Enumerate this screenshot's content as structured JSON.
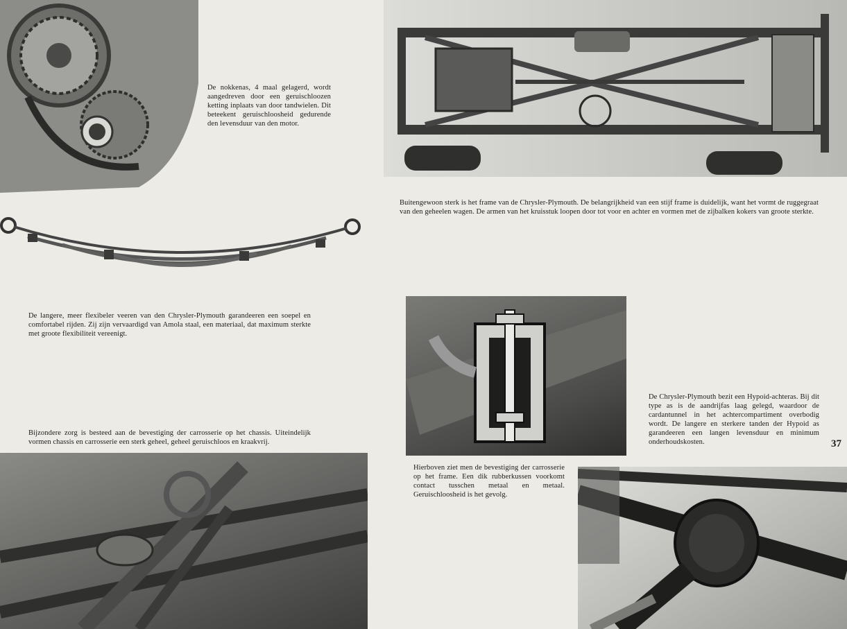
{
  "captions": {
    "camshaft": "De nokkenas, 4 maal gelagerd, wordt aangedreven door een geruischloozen ketting inplaats van door tandwielen. Dit beteekent geruischloosheid gedurende den levensduur van den motor.",
    "frame": "Buitengewoon sterk is het frame van de Chrysler-Plymouth. De belangrijkheid van een stijf frame is duidelijk, want het vormt de ruggegraat van den geheelen wagen. De armen van het kruisstuk loopen door tot voor en achter en vormen met de zijbalken kokers van groote sterkte.",
    "springs": "De langere, meer flexibeler veeren van den Chrysler-Plymouth garandeeren een soepel en comfortabel rijden. Zij zijn vervaardigd van Amola staal, een materiaal, dat maximum sterkte met groote flexibiliteit vereenigt.",
    "body_mount": "Bijzondere zorg is besteed aan de bevestiging der carrosserie op het chassis. Uiteindelijk vormen chassis en carrosserie een sterk geheel, geheel geruischloos en kraakvrij.",
    "rubber_cushion": "Hierboven ziet men de bevestiging der carrosserie op het frame. Een dik rubberkussen voorkomt contact tusschen metaal en metaal. Geruischloosheid is het gevolg.",
    "hypoid": "De Chrysler-Plymouth bezit een Hypoid-achteras. Bij dit type as is de aandrijfas laag gelegd, waardoor de cardantunnel in het achtercompartiment overbodig wordt. De langere en sterkere tanden der Hypoid as garandeeren een langen levensduur en minimum onderhoudskosten."
  },
  "page_number": "37",
  "colors": {
    "paper": "#ecebe6",
    "ink": "#1b1b1b",
    "photo_dark": "#2f2f2e",
    "photo_light": "#9a9a97"
  }
}
